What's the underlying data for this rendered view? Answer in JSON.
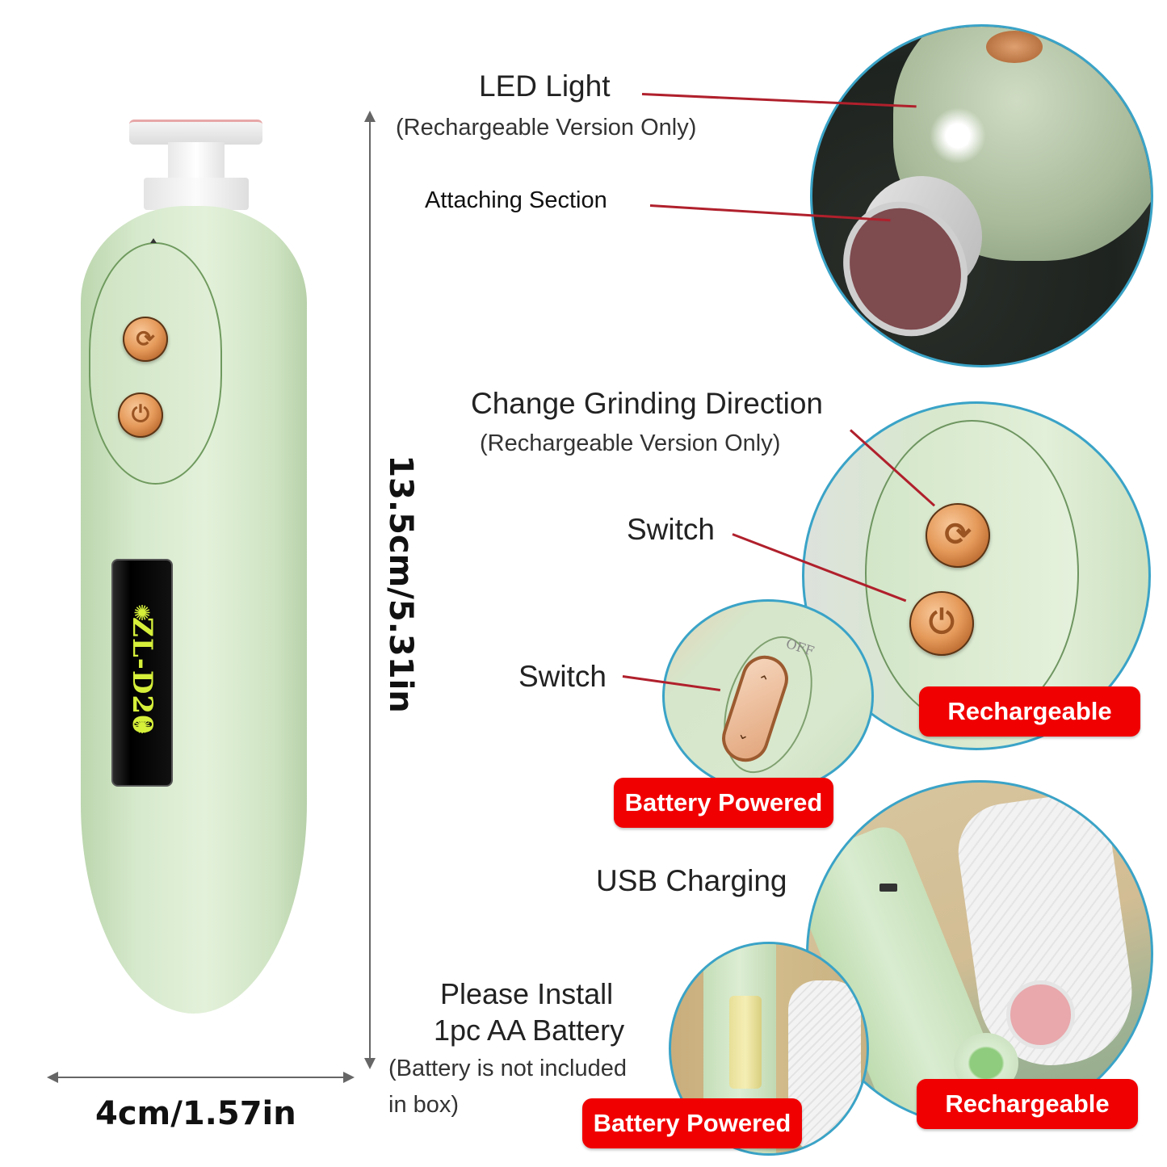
{
  "product": {
    "model_label": "ZL-D20",
    "body_color": "#d3e6c9",
    "accent_gold": "#e59a5a",
    "display_text_color": "#d6f03a"
  },
  "dimensions": {
    "height": "13.5cm/5.31in",
    "width": "4cm/1.57in"
  },
  "callouts": {
    "led_light": {
      "title": "LED Light",
      "note": "(Rechargeable Version Only)"
    },
    "attaching_section": {
      "title": "Attaching Section"
    },
    "change_direction": {
      "title": "Change Grinding Direction",
      "note": "(Rechargeable Version Only)"
    },
    "switch_rechargeable": {
      "title": "Switch"
    },
    "switch_battery": {
      "title": "Switch"
    },
    "usb_charging": {
      "title": "USB Charging"
    },
    "install_battery": {
      "line1": "Please Install",
      "line2": "1pc AA Battery",
      "note_line1": "(Battery is not included",
      "note_line2": "in box)"
    }
  },
  "badges": {
    "rechargeable_top": "Rechargeable",
    "battery_top": "Battery Powered",
    "battery_bottom": "Battery Powered",
    "rechargeable_bottom": "Rechargeable"
  },
  "switch_slider": {
    "off_label": "OFF"
  },
  "colors": {
    "callout_line": "#b0202c",
    "badge_bg": "#f00000",
    "circle_border": "#3aa3c7"
  }
}
